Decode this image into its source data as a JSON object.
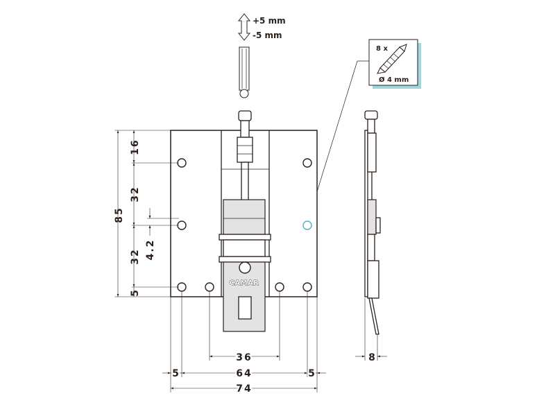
{
  "colors": {
    "line": "#2a1f1a",
    "part_fill": "#ffffff",
    "shade_fill": "#e3e3e3",
    "callout_shadow": "#9fd6dc",
    "hole_highlight": "#5aa9c9"
  },
  "adjustment": {
    "plus": "+5 mm",
    "minus": "-5 mm"
  },
  "screw_callout": {
    "quantity": "8 x",
    "diameter": "Ø 4 mm",
    "icon": "screw-icon"
  },
  "brand_label": "CAMAR",
  "vertical_dimensions": {
    "total_height": "85",
    "top": "16",
    "upper_spacing": "32",
    "lower_spacing": "32",
    "offset": "4.2",
    "bottom": "5"
  },
  "horizontal_dimensions": {
    "inner_hole_spacing": "36",
    "left_margin": "5",
    "hole_spacing": "64",
    "right_margin": "5",
    "total_width": "74",
    "side_thickness": "8"
  }
}
